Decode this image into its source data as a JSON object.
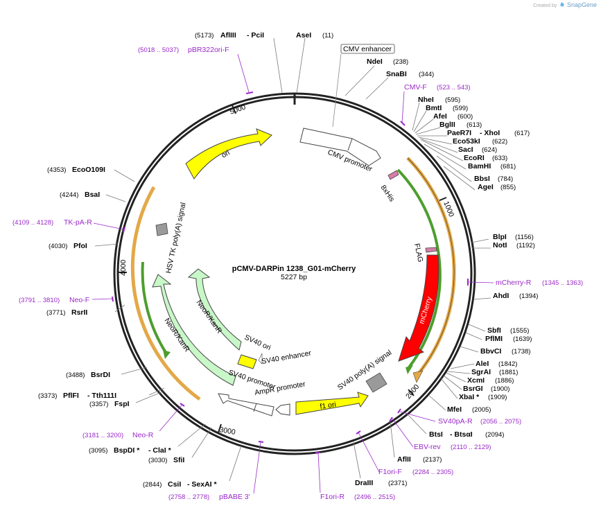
{
  "header": {
    "created_by": "Created by",
    "brand": "SnapGene"
  },
  "plasmid": {
    "name": "pCMV-DARPin 1238_G01-mCherry",
    "size_label": "5227 bp"
  },
  "ticks": [
    "1000",
    "2000",
    "3000",
    "4000",
    "5000"
  ],
  "enzyme_sites": [
    {
      "pos": "(5173)",
      "name": "AflIII"
    },
    {
      "pos": "(11)",
      "name": "AseI"
    },
    {
      "pos": "(238)",
      "name": "NdeI"
    },
    {
      "pos": "(344)",
      "name": "SnaBI"
    },
    {
      "pos": "(595)",
      "name": "NheI"
    },
    {
      "pos": "(599)",
      "name": "BmtI"
    },
    {
      "pos": "(600)",
      "name": "AfeI"
    },
    {
      "pos": "(613)",
      "name": "BglII"
    },
    {
      "pos": "(617)",
      "name": "PaeR7I"
    },
    {
      "pos": "(622)",
      "name": "Eco53kI"
    },
    {
      "pos": "(624)",
      "name": "SacI"
    },
    {
      "pos": "(633)",
      "name": "EcoRI"
    },
    {
      "pos": "(681)",
      "name": "BamHI"
    },
    {
      "pos": "(784)",
      "name": "BbsI"
    },
    {
      "pos": "(855)",
      "name": "AgeI"
    },
    {
      "pos": "(1156)",
      "name": "BlpI"
    },
    {
      "pos": "(1192)",
      "name": "NotI"
    },
    {
      "pos": "(1394)",
      "name": "AhdI"
    },
    {
      "pos": "(1555)",
      "name": "SbfI"
    },
    {
      "pos": "(1639)",
      "name": "PflMI"
    },
    {
      "pos": "(1738)",
      "name": "BbvCI"
    },
    {
      "pos": "(1842)",
      "name": "AleI"
    },
    {
      "pos": "(1881)",
      "name": "SgrAI"
    },
    {
      "pos": "(1886)",
      "name": "XcmI"
    },
    {
      "pos": "(1900)",
      "name": "BsrGI"
    },
    {
      "pos": "(1909)",
      "name": "XbaI *"
    },
    {
      "pos": "(2005)",
      "name": "MfeI"
    },
    {
      "pos": "(2094)",
      "name": "BtsI"
    },
    {
      "pos": "(2137)",
      "name": "AflII"
    },
    {
      "pos": "(2371)",
      "name": "DraIII"
    },
    {
      "pos": "(2844)",
      "name": "CsiI"
    },
    {
      "pos": "(3030)",
      "name": "SfiI"
    },
    {
      "pos": "(3095)",
      "name": "BspDI *"
    },
    {
      "pos": "(3357)",
      "name": "FspI"
    },
    {
      "pos": "(3373)",
      "name": "PflFI"
    },
    {
      "pos": "(3488)",
      "name": "BsrDI"
    },
    {
      "pos": "(3771)",
      "name": "RsrII"
    },
    {
      "pos": "(4030)",
      "name": "PfoI"
    },
    {
      "pos": "(4244)",
      "name": "BsaI"
    },
    {
      "pos": "(4353)",
      "name": "EcoO109I"
    }
  ],
  "enzyme_partners": {
    "pcii": "- PciI",
    "xhoi": "- XhoI",
    "btsai": "- BtsαI",
    "sexai": "- SexAI *",
    "clai": "- ClaI *",
    "tth111i": "- Tth111I"
  },
  "primers": [
    {
      "name": "pBR322ori-F",
      "range": "(5018 .. 5037)"
    },
    {
      "name": "CMV-F",
      "range": "(523 .. 543)"
    },
    {
      "name": "mCherry-R",
      "range": "(1345 .. 1363)"
    },
    {
      "name": "SV40pA-R",
      "range": "(2056 .. 2075)"
    },
    {
      "name": "EBV-rev",
      "range": "(2110 .. 2129)"
    },
    {
      "name": "F1ori-F",
      "range": "(2284 .. 2305)"
    },
    {
      "name": "F1ori-R",
      "range": "(2496 .. 2515)"
    },
    {
      "name": "pBABE 3'",
      "range": "(2758 .. 2778)"
    },
    {
      "name": "Neo-R",
      "range": "(3181 .. 3200)"
    },
    {
      "name": "Neo-F",
      "range": "(3791 .. 3810)"
    },
    {
      "name": "TK-pA-R",
      "range": "(4109 .. 4128)"
    }
  ],
  "features": {
    "cmv_enhancer": "CMV enhancer",
    "cmv_promoter": "CMV promoter",
    "his": "8xHis",
    "flag": "FLAG",
    "mcherry": "mCherry",
    "sv40_polya": "SV40 poly(A) signal",
    "f1_ori": "f1 ori",
    "ampr_promoter": "AmpR promoter",
    "sv40_promoter": "SV40 promoter",
    "sv40_enhancer": "SV40 enhancer",
    "sv40_ori": "SV40 ori",
    "neor_inner": "NeoR/KanR",
    "neor_outer": "NeoR/KanR",
    "hsv_tk": "HSV TK poly(A) signal",
    "ori": "ori"
  },
  "colors": {
    "primer": "#9a28c8",
    "mcherry": "#ff0000",
    "yellow": "#ffff00",
    "neor": "#c8f7c8",
    "orange": "#e3a847",
    "green": "#4d9e2d",
    "gray": "#999999"
  }
}
